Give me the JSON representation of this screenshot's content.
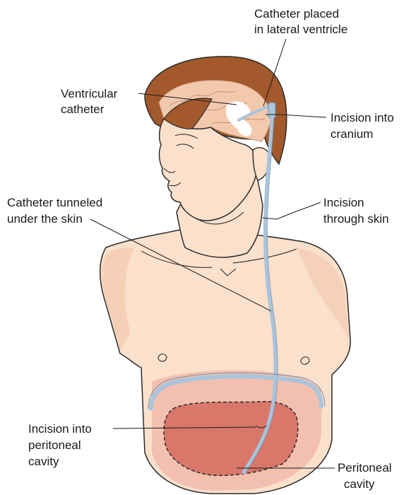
{
  "diagram": {
    "labels": {
      "placed_line1": "Catheter placed",
      "placed_line2": "in lateral ventricle",
      "ventricular_line1": "Ventricular",
      "ventricular_line2": "catheter",
      "cranium_line1": "Incision into",
      "cranium_line2": "cranium",
      "tunneled_line1": "Catheter tunneled",
      "tunneled_line2": "under the skin",
      "skin_line1": "Incision",
      "skin_line2": "through skin",
      "peritoneal_incision_line1": "Incision into",
      "peritoneal_incision_line2": "peritoneal",
      "peritoneal_incision_line3": "cavity",
      "peritoneal_cavity_line1": "Peritoneal",
      "peritoneal_cavity_line2": "cavity"
    },
    "colors": {
      "skin": "#fbe0cc",
      "skin_shadow": "#f2c7ac",
      "hair": "#a3592c",
      "hair_dark": "#7a3e1c",
      "brain": "#f3c9ad",
      "ventricle": "#ffffff",
      "catheter": "#a9c4dc",
      "catheter_edge": "#6f8ea9",
      "peritoneum_outer": "#f0b6a6",
      "peritoneum_inner": "#d9776a",
      "outline": "#2b2b2b"
    }
  }
}
